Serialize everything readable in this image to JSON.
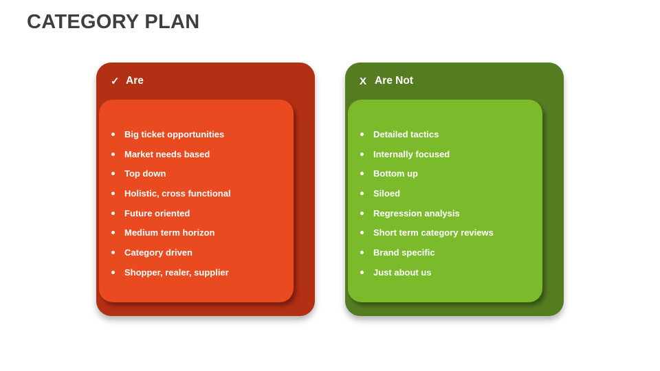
{
  "slide": {
    "title": "CATEGORY PLAN",
    "colors": {
      "title_text": "#3E3E3E",
      "red_outer": "#B23014",
      "red_inner": "#EA4A1F",
      "green_outer": "#567C21",
      "green_inner": "#7BBA2B",
      "card_text": "#FFFFFF"
    },
    "cards": [
      {
        "id": "are",
        "header": {
          "icon": "✓",
          "label": "Are"
        },
        "items": [
          "Big ticket opportunities",
          "Market needs based",
          "Top down",
          "Holistic, cross functional",
          "Future oriented",
          "Medium term horizon",
          "Category driven",
          "Shopper, realer, supplier"
        ]
      },
      {
        "id": "are-not",
        "header": {
          "icon": "X",
          "label": "Are Not"
        },
        "items": [
          "Detailed tactics",
          "Internally focused",
          "Bottom up",
          "Siloed",
          "Regression analysis",
          "Short term category reviews",
          "Brand specific",
          "Just about us"
        ]
      }
    ]
  }
}
